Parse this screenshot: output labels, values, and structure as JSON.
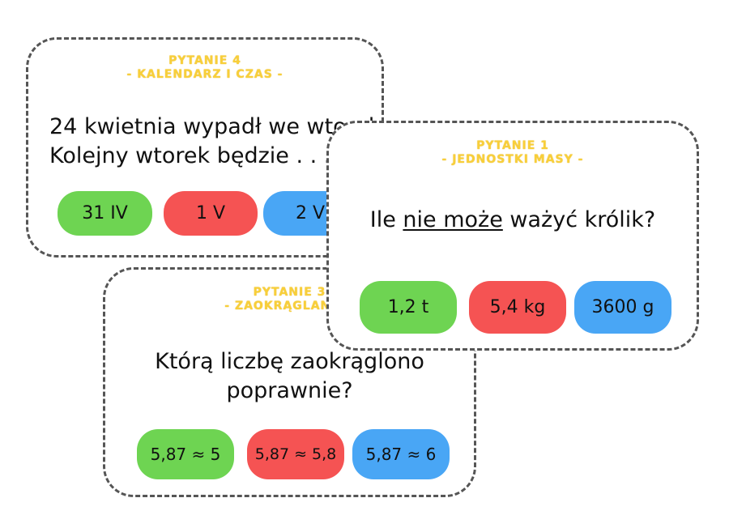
{
  "card4": {
    "title": "PYTANIE 4",
    "subtitle": "- KALENDARZ I CZAS -",
    "question_line1": "24 kwietnia wypadł we wtorek.",
    "question_line2": "Kolejny wtorek będzie . . .",
    "answers": [
      "31 IV",
      "1 V",
      "2 V"
    ]
  },
  "card3": {
    "title": "PYTANIE 3",
    "subtitle": "- ZAOKRĄGLANIE -",
    "question_line1": "Którą liczbę zaokrąglono",
    "question_line2": "poprawnie?",
    "answers": [
      "5,87 ≈ 5",
      "5,87 ≈ 5,8",
      "5,87 ≈ 6"
    ]
  },
  "card1": {
    "title": "PYTANIE 1",
    "subtitle": "- JEDNOSTKI MASY -",
    "question_before": "Ile ",
    "question_underlined": "nie może",
    "question_after": " ważyć królik?",
    "answers": [
      "1,2 t",
      "5,4 kg",
      "3600 g"
    ]
  },
  "colors": {
    "green": "#6ed452",
    "red": "#f55353",
    "blue": "#49a6f5",
    "title": "#f8cf3a",
    "border": "#555555"
  }
}
